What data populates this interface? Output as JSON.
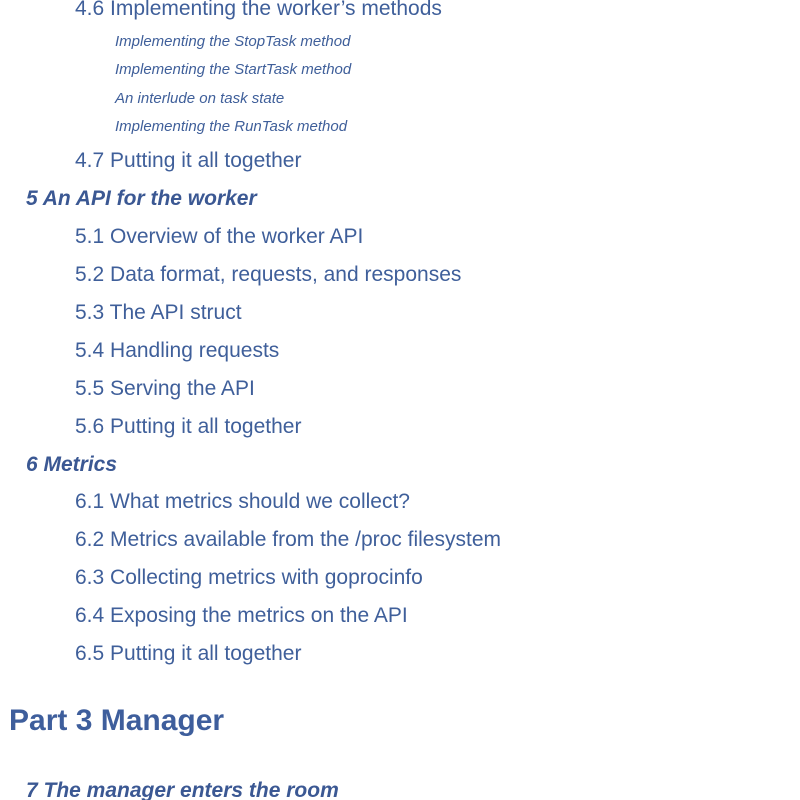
{
  "toc": {
    "ch4_sections": [
      {
        "label": "4.6 Implementing the worker’s methods"
      }
    ],
    "ch4_subsections": [
      {
        "label": "Implementing the StopTask method"
      },
      {
        "label": "Implementing the StartTask method"
      },
      {
        "label": "An interlude on task state"
      },
      {
        "label": "Implementing the RunTask method"
      }
    ],
    "ch4_last": {
      "label": "4.7 Putting it all together"
    },
    "ch5": {
      "title": "5 An API for the worker",
      "sections": [
        {
          "label": "5.1 Overview of the worker API"
        },
        {
          "label": "5.2 Data format, requests, and responses"
        },
        {
          "label": "5.3 The API struct"
        },
        {
          "label": "5.4 Handling requests"
        },
        {
          "label": "5.5 Serving the API"
        },
        {
          "label": "5.6 Putting it all together"
        }
      ]
    },
    "ch6": {
      "title": "6 Metrics",
      "sections": [
        {
          "label": "6.1 What metrics should we collect?"
        },
        {
          "label": "6.2 Metrics available from the /proc filesystem"
        },
        {
          "label": "6.3 Collecting metrics with goprocinfo"
        },
        {
          "label": "6.4 Exposing the metrics on the API"
        },
        {
          "label": "6.5 Putting it all together"
        }
      ]
    },
    "part3": {
      "title": "Part 3 Manager"
    },
    "ch7": {
      "title": "7 The manager enters the room"
    }
  }
}
